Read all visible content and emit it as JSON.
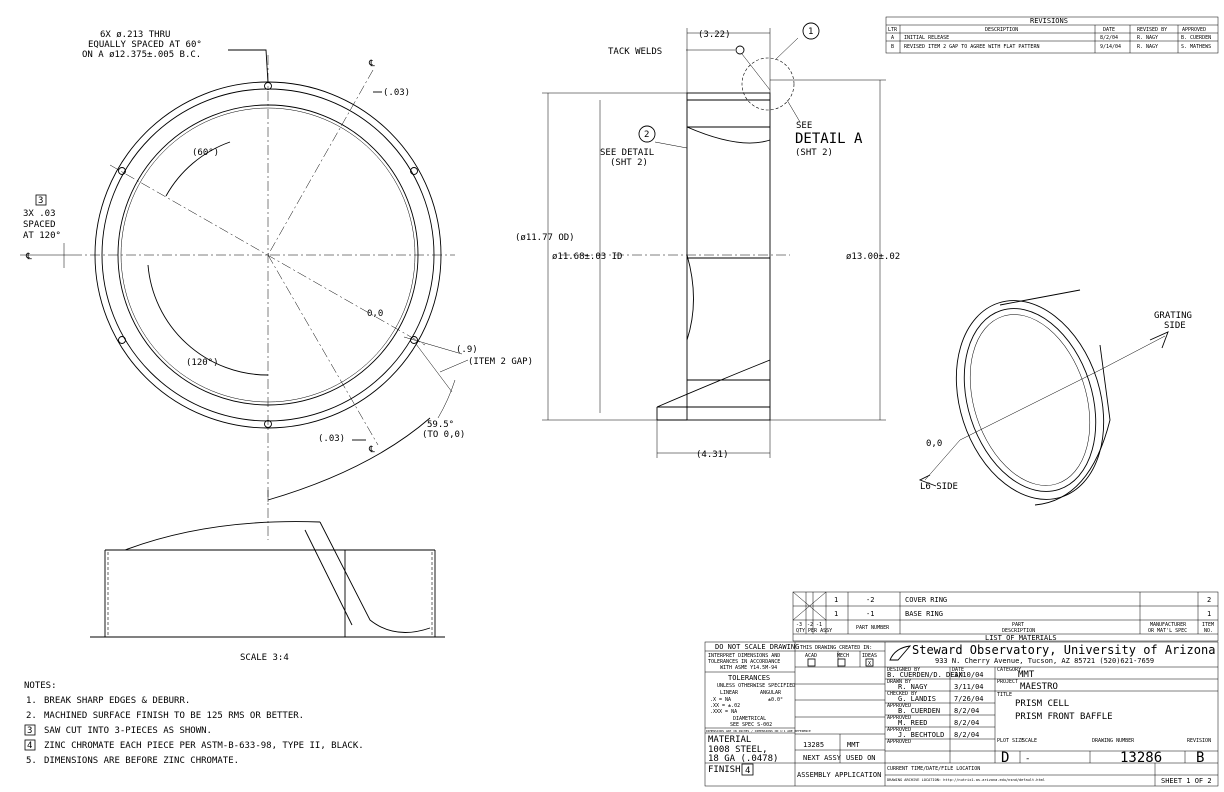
{
  "top_view": {
    "hole_note": [
      "6X ø.213 THRU",
      "EQUALLY SPACED AT 60°",
      "ON A ø12.375±.005 B.C."
    ],
    "dim_03_top": "(.03)",
    "dim_03_bottom": "(.03)",
    "angle_60": "(60°)",
    "angle_120": "(120°)",
    "spacing_flag": "3",
    "spacing_note": [
      "3X .03",
      "SPACED",
      "AT 120°"
    ],
    "origin_label": "0,0",
    "gap_dim": "(.9)",
    "gap_label": "(ITEM 2 GAP)",
    "angle_59": "59.5°",
    "angle_59_note": "(TO 0,0)",
    "centerline_symbol": "℄"
  },
  "section_view": {
    "dim_width_top": "(3.22)",
    "tack_welds": "TACK WELDS",
    "balloon_1": "1",
    "balloon_2": "2",
    "see_detail_left": [
      "SEE DETAIL",
      "(SHT 2)"
    ],
    "see_label": "SEE",
    "detail_a": "DETAIL A",
    "detail_sheet": "(SHT 2)",
    "od_dim": "(ø11.77 OD)",
    "id_dim": "ø11.68±.03 ID",
    "outer_dim": "ø13.00±.02",
    "dim_width_bottom": "(4.31)"
  },
  "iso_view": {
    "grating_side": [
      "GRATING",
      "SIDE"
    ],
    "origin_label": "0,0",
    "l6_side": "L6 SIDE"
  },
  "side_view": {
    "scale": "SCALE 3:4"
  },
  "notes": {
    "heading": "NOTES:",
    "items": [
      {
        "num": "1.",
        "text": "BREAK SHARP EDGES & DEBURR.",
        "flag": false
      },
      {
        "num": "2.",
        "text": "MACHINED SURFACE FINISH TO BE 125 RMS OR BETTER.",
        "flag": false
      },
      {
        "num": "3",
        "text": "SAW CUT INTO 3-PIECES AS SHOWN.",
        "flag": true
      },
      {
        "num": "4",
        "text": "ZINC CHROMATE EACH PIECE PER ASTM-B-633-98, TYPE II, BLACK.",
        "flag": true
      },
      {
        "num": "5.",
        "text": "DIMENSIONS ARE BEFORE ZINC CHROMATE.",
        "flag": false
      }
    ]
  },
  "revisions": {
    "title": "REVISIONS",
    "headers": [
      "LTR",
      "DESCRIPTION",
      "DATE",
      "REVISED BY",
      "APPROVED"
    ],
    "rows": [
      [
        "A",
        "INITIAL RELEASE",
        "8/2/04",
        "R. NAGY",
        "B. CUERDEN"
      ],
      [
        "B",
        "REVISED ITEM 2 GAP TO AGREE WITH FLAT PATTERN",
        "9/14/04",
        "R. NAGY",
        "S. MATHEWS"
      ]
    ]
  },
  "bom": {
    "rows": [
      {
        "qty": "1",
        "part": "-2",
        "desc": "COVER RING",
        "mfr": "",
        "item": "2"
      },
      {
        "qty": "1",
        "part": "-1",
        "desc": "BASE RING",
        "mfr": "",
        "item": "1"
      }
    ],
    "header_cols": [
      "-3",
      "-2",
      "-1"
    ],
    "header_qty": "QTY PER ASSY",
    "header_part": "PART NUMBER",
    "header_desc": [
      "PART",
      "DESCRIPTION"
    ],
    "header_mfr": [
      "MANUFACTURER",
      "OR MAT'L SPEC"
    ],
    "header_item": [
      "ITEM",
      "NO."
    ],
    "list_title": "LIST OF MATERIALS"
  },
  "title_block": {
    "do_not_scale": "DO NOT SCALE DRAWING",
    "interpret": [
      "INTERPRET DIMENSIONS AND",
      "TOLERANCES IN ACCORDANCE",
      "WITH ASME Y14.5M-94"
    ],
    "tolerances": "TOLERANCES",
    "unless": "UNLESS OTHERWISE SPECIFIED",
    "linear": "LINEAR",
    "angular": "ANGULAR",
    "tol_x": ".X   = NA",
    "tol_xx": ".XX  = ±.02",
    "tol_xxx": ".XXX = NA",
    "tol_ang": "±0.0°",
    "diametrical": "DIAMETRICAL",
    "see_spec": "SEE SPEC S-002",
    "dims_note": "DIMENSIONS ARE IN INCHES / DIMENSIONS ON 1:1 ARE REFERENCE",
    "material_label": "MATERIAL",
    "material": [
      "1008 STEEL,",
      "18 GA (.0478)"
    ],
    "finish_label": "FINISH",
    "finish_flag": "4",
    "created_in": "THIS DRAWING CREATED IN:",
    "cad": [
      "ACAD",
      "MECH",
      "IDEAS"
    ],
    "ideas_checked": "X",
    "next_assy_val": "13285",
    "used_on_val": "MMT",
    "next_assy": "NEXT ASSY",
    "used_on": "USED ON",
    "assembly_app": "ASSEMBLY APPLICATION",
    "org": "Steward Observatory, University of Arizona",
    "address": "933 N. Cherry Avenue, Tucson, AZ  85721  (520)621-7659",
    "designed_by_label": "DESIGNED BY",
    "designed_by": "B. CUERDEN/D. DEAN",
    "date_label": "DATE",
    "designed_date": "3/10/04",
    "category_label": "CATEGORY",
    "category": "MMT",
    "drawn_label": "DRAWN BY",
    "drawn_by": "R. NAGY",
    "drawn_date": "3/11/04",
    "project_label": "PROJECT",
    "project": "MAESTRO",
    "checked_label": "CHECKED BY",
    "checked_by": "G. LANDIS",
    "checked_date": "7/26/04",
    "title_label": "TITLE",
    "title_1": "PRISM CELL",
    "title_2": "PRISM FRONT BAFFLE",
    "approved_label": "APPROVED",
    "approved_1": "B. CUERDEN",
    "approved_1_date": "8/2/04",
    "approved_2": "M. REED",
    "approved_2_date": "8/2/04",
    "approved_3": "J. BECHTOLD",
    "approved_3_date": "8/2/04",
    "approved_4_label": "APPROVED",
    "plot_size_label": "PLOT SIZE",
    "plot_size": "D",
    "scale_label": "SCALE",
    "scale": "-",
    "drawing_number_label": "DRAWING NUMBER",
    "drawing_number": "13286",
    "revision_label": "REVISION",
    "revision": "B",
    "location_label": "CURRENT TIME/DATE/FILE LOCATION",
    "archive": "DRAWING ARCHIVE LOCATION: http://nutrix1.as.arizona.edu/nsnd/default.html",
    "sheet": "SHEET 1 OF 2"
  },
  "colors": {
    "ink": "#000000",
    "paper": "#ffffff"
  }
}
